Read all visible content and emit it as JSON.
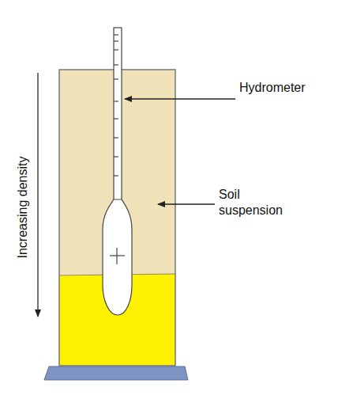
{
  "diagram": {
    "labels": [
      "Hydrometer",
      "Soil suspension",
      "Increasing density"
    ]
  }
}
